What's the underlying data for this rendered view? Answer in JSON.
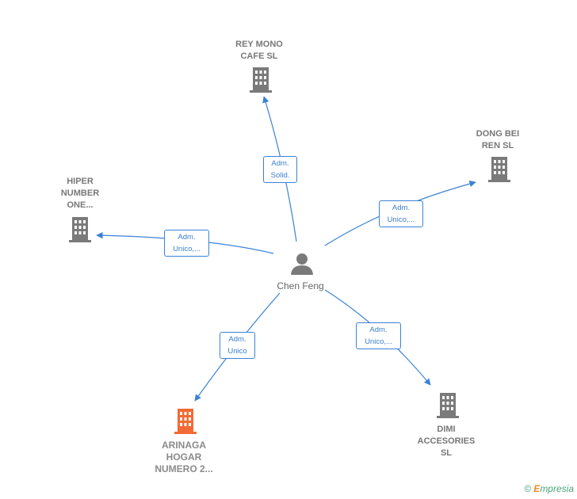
{
  "center": {
    "name": "Chen Feng"
  },
  "nodes": [
    {
      "id": "rey",
      "label": "REY MONO\nCAFE  SL",
      "relation": "Adm.\nSolid."
    },
    {
      "id": "dong",
      "label": "DONG BEI\nREN  SL",
      "relation": "Adm.\nUnico,..."
    },
    {
      "id": "hiper",
      "label": "HIPER\nNUMBER\nONE...",
      "relation": "Adm.\nUnico,..."
    },
    {
      "id": "arinaga",
      "label": "ARINAGA\nHOGAR\nNUMERO 2...",
      "relation": "Adm.\nUnico"
    },
    {
      "id": "dimi",
      "label": "DIMI\nACCESORIES\nSL",
      "relation": "Adm.\nUnico,..."
    }
  ],
  "colors": {
    "edge": "#3b82d6",
    "building": "#7a7a7a",
    "highlight": "#f26a35",
    "person": "#7a7a7a"
  },
  "footer": {
    "copyright": "©",
    "brand_first": "E",
    "brand_rest": "mpresia"
  }
}
